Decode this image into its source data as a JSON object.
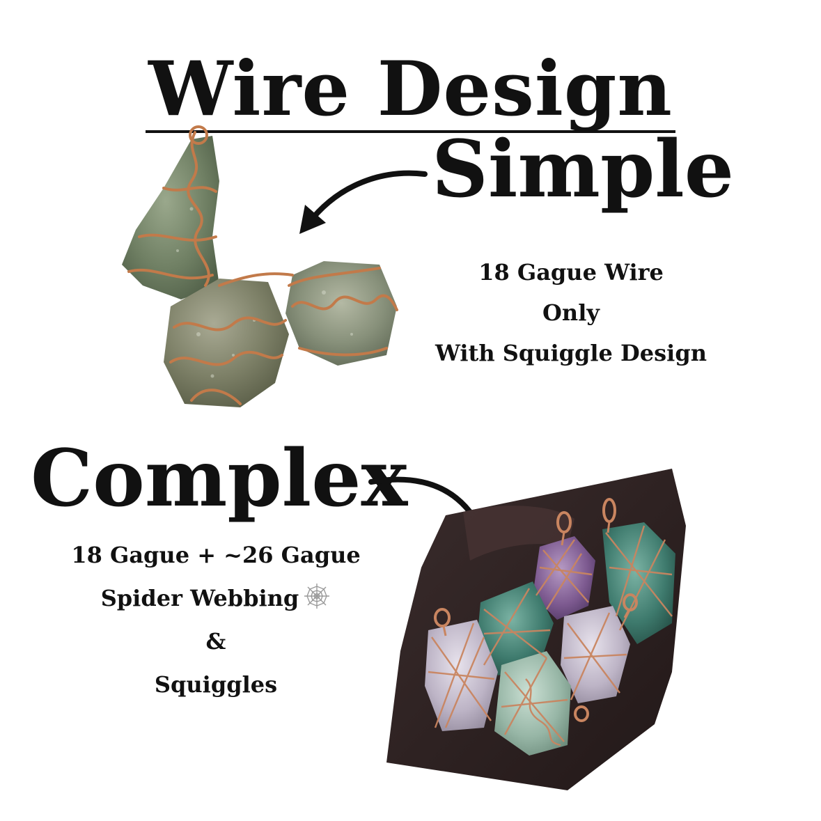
{
  "title": "Wire Design",
  "simple": {
    "heading": "Simple",
    "description_lines": [
      "18 Gague Wire",
      "Only",
      "With Squiggle Design"
    ]
  },
  "complex": {
    "heading": "Complex",
    "description_lines": [
      "18 Gague + ~26 Gague",
      "Spider Webbing",
      "&",
      "Squiggles"
    ],
    "web_icon": "spider-web-icon"
  },
  "colors": {
    "text": "#111111",
    "copper_wire": "#c27a4a",
    "background": "#ffffff"
  }
}
